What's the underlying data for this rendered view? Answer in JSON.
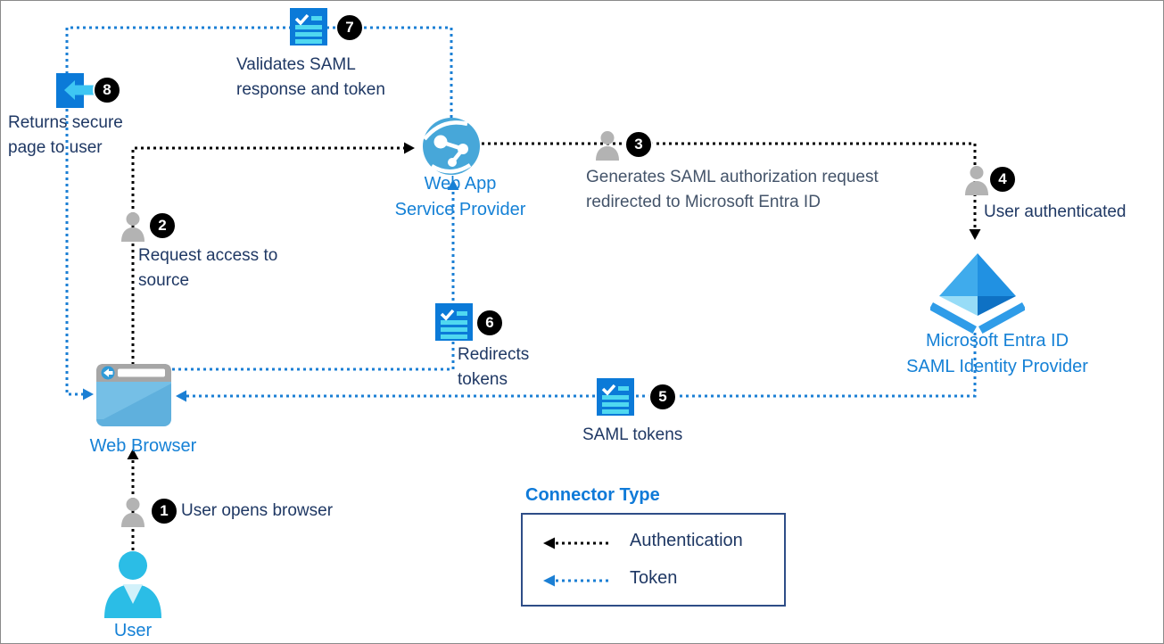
{
  "nodes": {
    "webapp": {
      "label": "Web App\nService Provider"
    },
    "entra": {
      "label": "Microsoft Entra ID\nSAML Identity Provider"
    },
    "browser": {
      "label": "Web Browser"
    },
    "user": {
      "label": "User"
    }
  },
  "steps": {
    "s1": {
      "num": "1",
      "text": "User opens browser"
    },
    "s2": {
      "num": "2",
      "text": "Request access to\nsource"
    },
    "s3": {
      "num": "3",
      "text": "Generates SAML authorization request\nredirected to Microsoft Entra ID"
    },
    "s4": {
      "num": "4",
      "text": "User authenticated"
    },
    "s5": {
      "num": "5",
      "text": "SAML tokens"
    },
    "s6": {
      "num": "6",
      "text": "Redirects\ntokens"
    },
    "s7": {
      "num": "7",
      "text": "Validates SAML\nresponse and token"
    },
    "s8": {
      "num": "8",
      "text": "Returns secure\npage to user"
    }
  },
  "legend": {
    "title": "Connector Type",
    "items": [
      {
        "label": "Authentication",
        "style": "black-dotted"
      },
      {
        "label": "Token",
        "style": "blue-dotted"
      }
    ]
  },
  "colors": {
    "auth_connector": "#000000",
    "token_connector": "#1b7fd4",
    "step_text": "#1f3864",
    "step3_text": "#44546a",
    "node_label_blue": "#1581d6",
    "legend_title_blue": "#0f7ad8",
    "legend_border": "#2e4d87",
    "icon_blue": "#0b7ad8",
    "icon_cyan": "#4fd8f0",
    "badge_bg": "#000000"
  }
}
